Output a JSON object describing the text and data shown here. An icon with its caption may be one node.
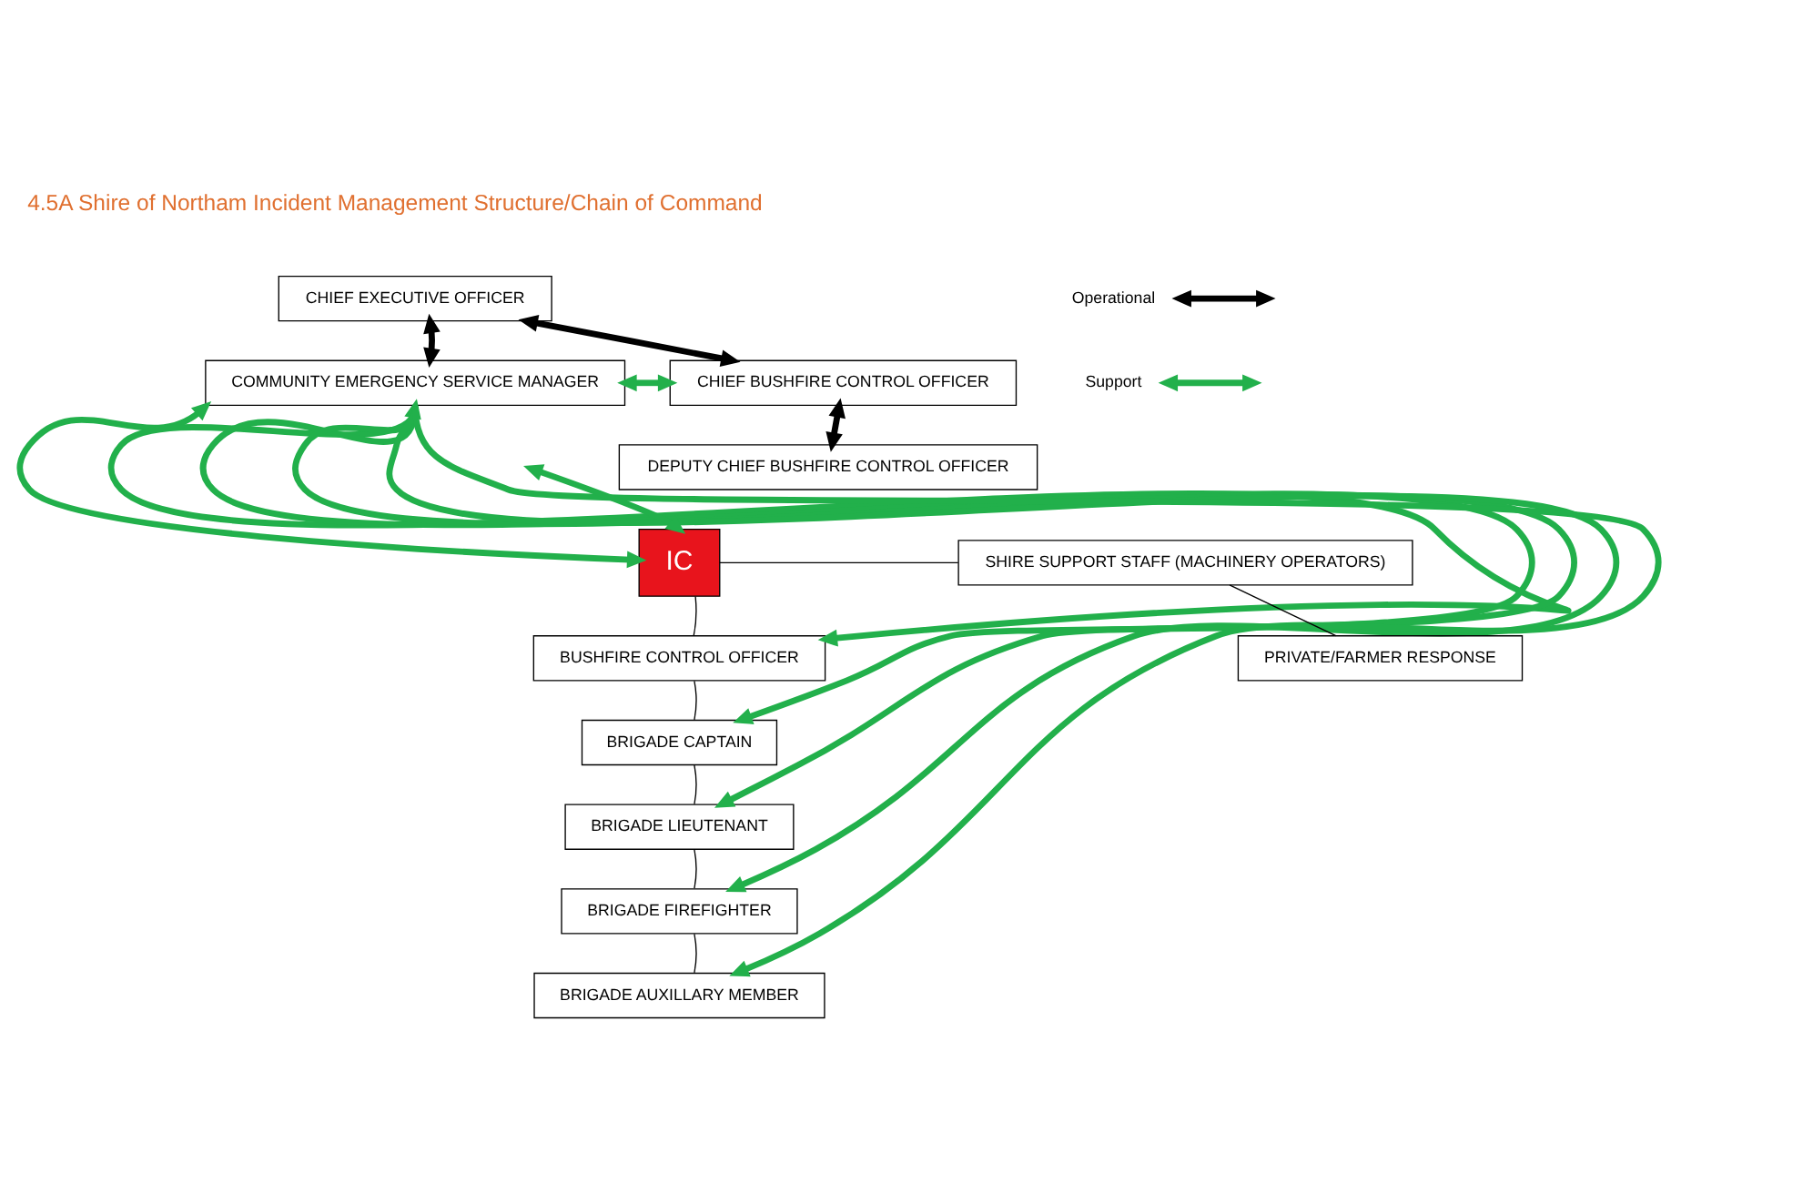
{
  "diagram": {
    "title": "4.5A Shire of Northam Incident Management Structure/Chain of Command",
    "nodes": [
      {
        "text": [
          "CHIEF EXECUTIVE OFFICER"
        ]
      },
      {
        "text": [
          "COMMUNITY EMERGENCY SERVICE MANAGER"
        ]
      },
      {
        "text": [
          "CHIEF BUSHFIRE CONTROL OFFICER"
        ]
      },
      {
        "text": [
          "DEPUTY CHIEF BUSHFIRE CONTROL OFFICER"
        ]
      },
      {
        "text": [
          "IC"
        ]
      },
      {
        "text": [
          "SHIRE SUPPORT STAFF (MACHINERY OPERATORS)"
        ]
      },
      {
        "text": [
          "BUSHFIRE CONTROL OFFICER"
        ]
      },
      {
        "text": [
          "PRIVATE/FARMER RESPONSE"
        ]
      },
      {
        "text": [
          "BRIGADE CAPTAIN"
        ]
      },
      {
        "text": [
          "BRIGADE LIEUTENANT"
        ]
      },
      {
        "text": [
          "BRIGADE FIREFIGHTER"
        ]
      },
      {
        "text": [
          "BRIGADE AUXILLARY MEMBER"
        ]
      }
    ],
    "edges": [
      {
        "from": 0,
        "to": 1,
        "arrow": "both"
      },
      {
        "from": 0,
        "to": 2,
        "arrow": "both"
      },
      {
        "from": 1,
        "to": 2,
        "arrow": "both",
        "color": "#22b04b"
      },
      {
        "from": 2,
        "to": 3,
        "arrow": "both"
      },
      {
        "from": null,
        "to": 4,
        "arrow": "both",
        "color": "#22b04b"
      },
      {
        "from": 1,
        "to": 4,
        "arrow": "both",
        "color": "#22b04b"
      },
      {
        "from": 1,
        "to": 6,
        "arrow": "both",
        "color": "#22b04b"
      },
      {
        "from": 1,
        "to": 8,
        "arrow": "to",
        "color": "#22b04b"
      },
      {
        "from": 1,
        "to": 9,
        "arrow": "to",
        "color": "#22b04b"
      },
      {
        "from": 1,
        "to": 10,
        "arrow": "to",
        "color": "#22b04b"
      },
      {
        "from": 1,
        "to": 11,
        "arrow": "to",
        "color": "#22b04b"
      },
      {
        "from": 4,
        "to": 5,
        "arrow": "none"
      },
      {
        "from": 5,
        "to": 7,
        "arrow": "none"
      },
      {
        "from": 4,
        "to": 6,
        "arrow": "none"
      },
      {
        "from": 6,
        "to": 8,
        "arrow": "none"
      },
      {
        "from": 8,
        "to": 9,
        "arrow": "none"
      },
      {
        "from": 9,
        "to": 10,
        "arrow": "none"
      },
      {
        "from": 10,
        "to": 11,
        "arrow": "none"
      }
    ],
    "legend": [
      {
        "text": "Operational"
      },
      {
        "text": "Support"
      }
    ]
  }
}
